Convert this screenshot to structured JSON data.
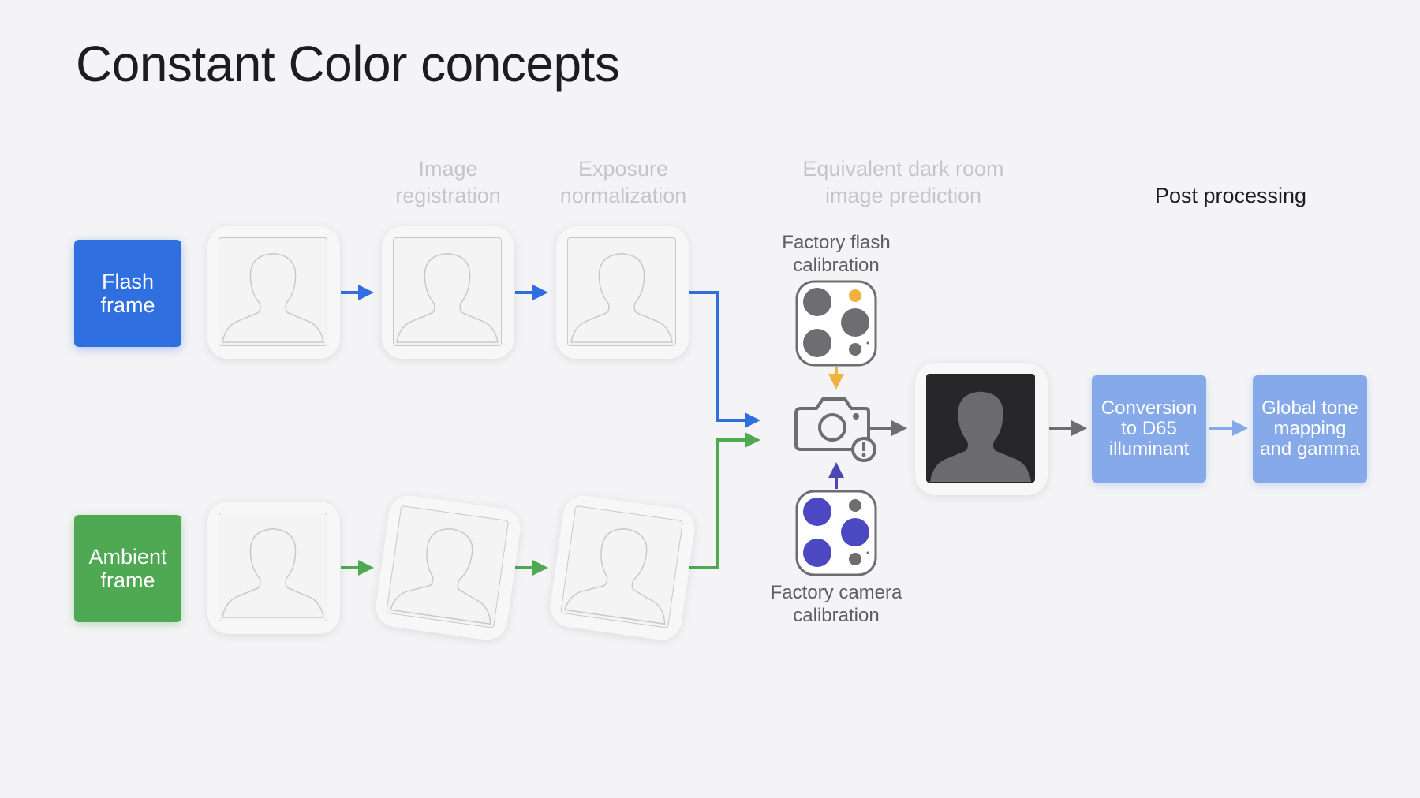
{
  "title": "Constant Color concepts",
  "stages": {
    "image_registration": "Image\nregistration",
    "exposure_normalization": "Exposure\nnormalization",
    "dark_room_prediction": "Equivalent dark room\nimage prediction",
    "post_processing": "Post processing"
  },
  "frames": {
    "flash": "Flash\nframe",
    "ambient": "Ambient\nframe"
  },
  "calibration": {
    "flash": "Factory flash\ncalibration",
    "camera": "Factory camera\ncalibration"
  },
  "post": {
    "conversion": "Conversion\nto D65\nilluminant",
    "tone_mapping": "Global tone\nmapping\nand gamma"
  },
  "colors": {
    "flash_path": "#2f6fdf",
    "ambient_path": "#4fa852",
    "flash_calibration_arrow": "#f0b341",
    "camera_calibration_arrow": "#4b48b5",
    "camera_calibration_dot": "#4b48c2",
    "flash_led": "#f0b341",
    "post_box": "#86a9ea"
  },
  "icons": {
    "person_placeholder": "person-silhouette-icon",
    "flash_module": "camera-module-flash-icon",
    "camera_module": "camera-module-lenses-icon",
    "camera": "camera-warning-icon",
    "result": "person-silhouette-dark-icon"
  }
}
